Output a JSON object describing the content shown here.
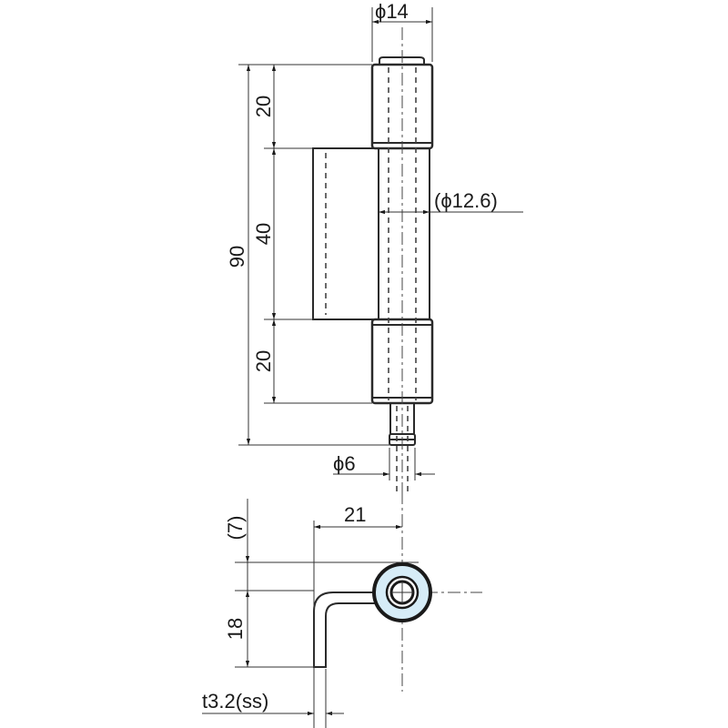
{
  "drawing": {
    "title": "Hinge dimensional drawing",
    "fill_color": "#d6ecf7",
    "line_color": "#2a2a2a",
    "front_view": {
      "dimensions": {
        "pin_diameter_top": "ϕ14",
        "knuckle_inner_diameter": "(ϕ12.6)",
        "total_length": "90",
        "top_knuckle_length": "20",
        "middle_leaf_length": "40",
        "bottom_knuckle_length": "20",
        "pin_end_diameter": "ϕ6"
      }
    },
    "top_view": {
      "dimensions": {
        "leaf_offset": "21",
        "knuckle_radius_offset": "(7)",
        "leaf_height": "18",
        "thickness": "t3.2(ss)"
      }
    }
  }
}
